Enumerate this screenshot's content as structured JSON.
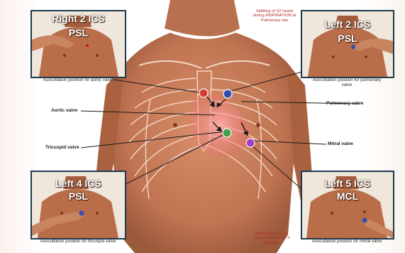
{
  "insets": {
    "top_left": {
      "title_line1": "Right 2 ICS",
      "title_line2": "PSL",
      "caption": "Auscultation position for aortic valve"
    },
    "top_right": {
      "title_line1": "Left 2 ICS",
      "title_line2": "PSL",
      "caption": "Auscultation position for pulmonary valve"
    },
    "bottom_left": {
      "title_line1": "Left 4 ICS",
      "title_line2": "PSL",
      "caption": "Auscultation position for tricuspid valve"
    },
    "bottom_right": {
      "title_line1": "Left 5 ICS",
      "title_line2": "MCL",
      "caption": "Auscultation position for mitral valve"
    }
  },
  "labels": {
    "aortic": "Aortic valve",
    "tricuspid": "Tricuspid valve",
    "pulmonary": "Pulmonary valve",
    "mitral": "Mitral valve"
  },
  "notes": {
    "top": "Splitting of S2 heard during INSPIRATION at Pulmonary site",
    "bottom": "Mitral site best for auscultation of S3 S present"
  },
  "colors": {
    "aortic_marker": "#d63a2e",
    "pulmonary_marker": "#2e4fb0",
    "tricuspid_marker": "#3fa048",
    "mitral_marker": "#a43cc0",
    "frame": "#1e3a4e",
    "skin": "#c9805d",
    "rib_lines": "#f4d7c7"
  }
}
